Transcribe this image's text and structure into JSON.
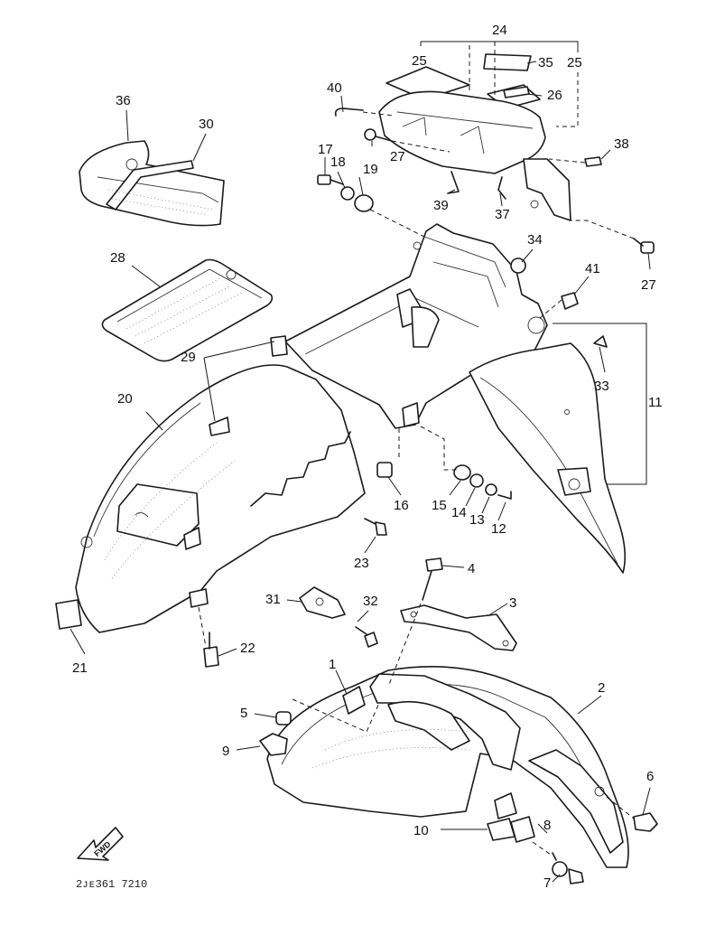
{
  "callouts": {
    "c1": "1",
    "c2": "2",
    "c3": "3",
    "c4": "4",
    "c5": "5",
    "c6": "6",
    "c7": "7",
    "c8": "8",
    "c9": "9",
    "c10": "10",
    "c11": "11",
    "c12": "12",
    "c13": "13",
    "c14": "14",
    "c15": "15",
    "c16": "16",
    "c17": "17",
    "c18": "18",
    "c19": "19",
    "c20": "20",
    "c21": "21",
    "c22": "22",
    "c23": "23",
    "c24": "24",
    "c25a": "25",
    "c25b": "25",
    "c26": "26",
    "c27a": "27",
    "c27b": "27",
    "c28": "28",
    "c29": "29",
    "c30": "30",
    "c31": "31",
    "c32": "32",
    "c33": "33",
    "c34": "34",
    "c35": "35",
    "c36": "36",
    "c37": "37",
    "c38": "38",
    "c39": "39",
    "c40": "40",
    "c41": "41"
  },
  "fwd_label": "FWD",
  "footer_code": "2ᴊᴇ361 7210"
}
